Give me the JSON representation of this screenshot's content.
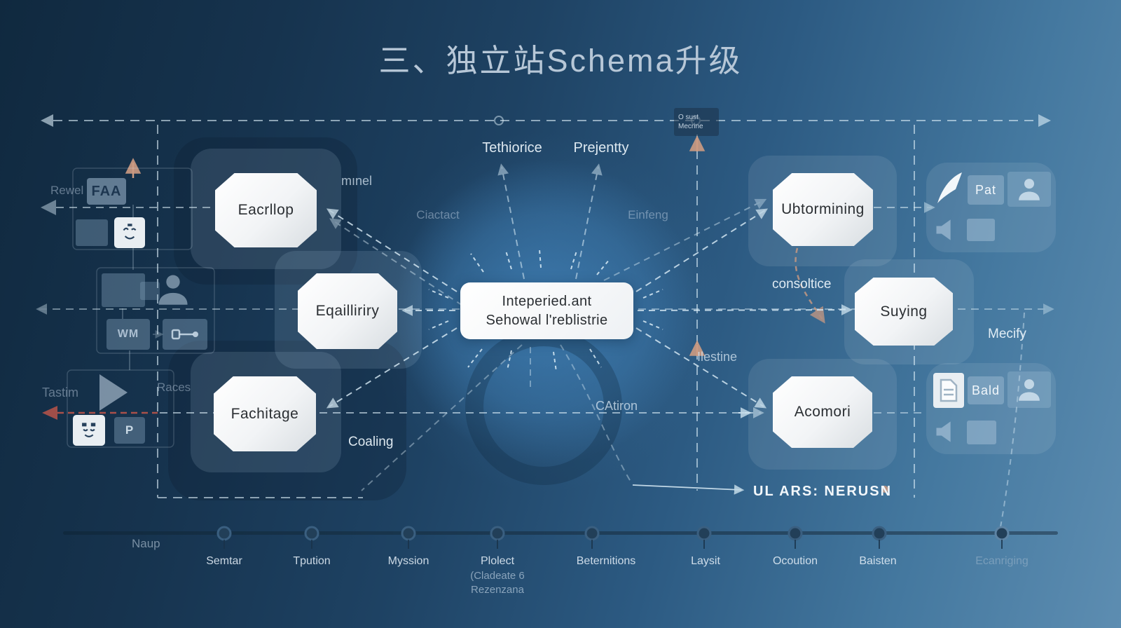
{
  "title": "三、独立站Schema升级",
  "nodes": {
    "left_top": "Eacrllop",
    "left_mid": "Eqailliriry",
    "left_bottom": "Fachitage",
    "center": {
      "line1": "Inteperied.ant",
      "line2": "Sehowal l'reblistrie"
    },
    "right_top": "Ubtormining",
    "right_mid": "Suying",
    "right_bottom": "Acomori"
  },
  "floating_labels": {
    "munel": "mınel",
    "tethiorice": "Tethiorice",
    "prejentty": "Prejentty",
    "rewel": "Rewel",
    "ciactact": "Ciactact",
    "einfeng": "Einfeng",
    "consoltice": "consoltice",
    "mecify": "Mecify",
    "ilestine": "Ilestine",
    "catiron": "CAtiron",
    "races": "Races",
    "tastim": "Tastim",
    "coaling": "Coaling",
    "ul_ars": "UL ARS: NERUSN"
  },
  "badge": {
    "line1": "O sust",
    "line2": "Mecrine"
  },
  "icon_boxes": {
    "faa": "FAA",
    "wm": "WM",
    "p": "P",
    "pat": "Pat",
    "bald": "Bald"
  },
  "timeline": {
    "pre_label": "Naup",
    "items": [
      {
        "label": "Semtar"
      },
      {
        "label": "Tpution"
      },
      {
        "label": "Myssion"
      },
      {
        "label": "Plolect",
        "line2": "(Cladeate 6",
        "line3": "Rezenzana"
      },
      {
        "label": "Beternitions"
      },
      {
        "label": "Laysit"
      },
      {
        "label": "Ocoution"
      },
      {
        "label": "Baisten"
      },
      {
        "label": "Ecanriging"
      }
    ]
  },
  "colors": {
    "background_left": "#10293f",
    "background_right": "#5d8db1",
    "accent_glow": "#3e7db2",
    "dash": "#dceef8",
    "red_dash": "#b9544a",
    "tan": "#cd9b82",
    "node_text": "#2b2f33",
    "title_text": "#b7c7d7"
  }
}
